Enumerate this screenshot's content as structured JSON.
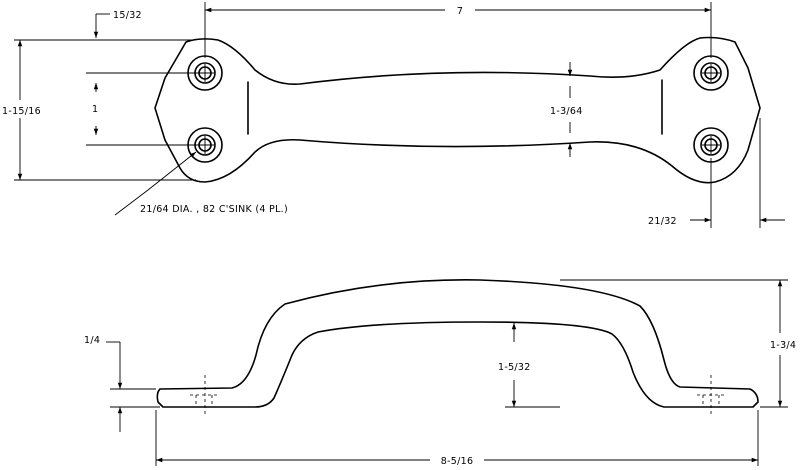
{
  "drawing": {
    "top_view": {
      "dim_overall_length": "7",
      "dim_edge_to_hole": "15/32",
      "dim_overall_width": "1-15/16",
      "dim_hole_spacing": "1",
      "dim_center_width": "1-3/64",
      "dim_hole_to_tip": "21/32",
      "hole_note": "21/64 DIA. , 82 C'SINK (4 PL.)"
    },
    "side_view": {
      "dim_foot_thickness": "1/4",
      "dim_inner_height": "1-5/32",
      "dim_overall_height": "1-3/4",
      "dim_overall_length": "8-5/16"
    }
  }
}
